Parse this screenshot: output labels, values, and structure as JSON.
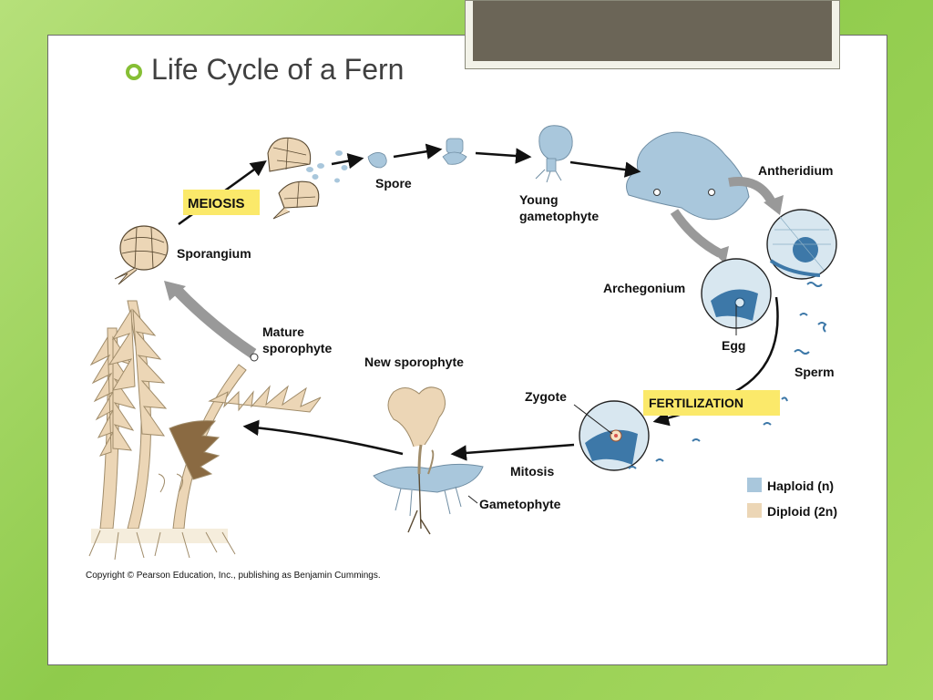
{
  "slide": {
    "title": "Life Cycle of a Fern"
  },
  "diagram": {
    "labels": {
      "meiosis": "MEIOSIS",
      "spore": "Spore",
      "young_gametophyte_1": "Young",
      "young_gametophyte_2": "gametophyte",
      "antheridium": "Antheridium",
      "sporangium": "Sporangium",
      "archegonium": "Archegonium",
      "egg": "Egg",
      "mature_sporophyte_1": "Mature",
      "mature_sporophyte_2": "sporophyte",
      "new_sporophyte": "New sporophyte",
      "sperm": "Sperm",
      "zygote": "Zygote",
      "fertilization": "FERTILIZATION",
      "mitosis": "Mitosis",
      "gametophyte": "Gametophyte"
    },
    "legend": {
      "haploid": "Haploid (n)",
      "diploid": "Diploid (2n)"
    },
    "copyright": "Copyright © Pearson Education, Inc., publishing as Benjamin Cummings.",
    "colors": {
      "haploid": "#a9c7dc",
      "diploid": "#ecd6b6",
      "label_highlight": "#fbe96a",
      "accent_bullet": "#86bf35"
    }
  }
}
